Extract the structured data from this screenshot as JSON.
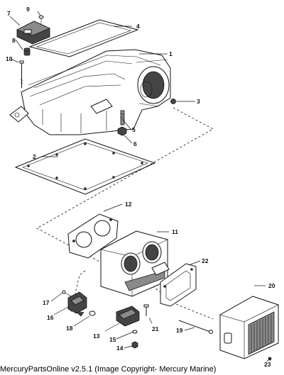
{
  "callouts": {
    "c1": "1",
    "c2": "2",
    "c3": "3",
    "c4": "4",
    "c5": "5",
    "c6": "6",
    "c7": "7",
    "c8": "8",
    "c9": "9",
    "c10": "10",
    "c11": "11",
    "c12": "12",
    "c13": "13",
    "c14": "14",
    "c15": "15",
    "c16": "16",
    "c17": "17",
    "c18": "18",
    "c19": "19",
    "c20": "20",
    "c21": "21",
    "c22": "22",
    "c23": "23"
  },
  "footer": "MercuryPartsOnline v2.5.1 (Image Copyright- Mercury Marine)"
}
